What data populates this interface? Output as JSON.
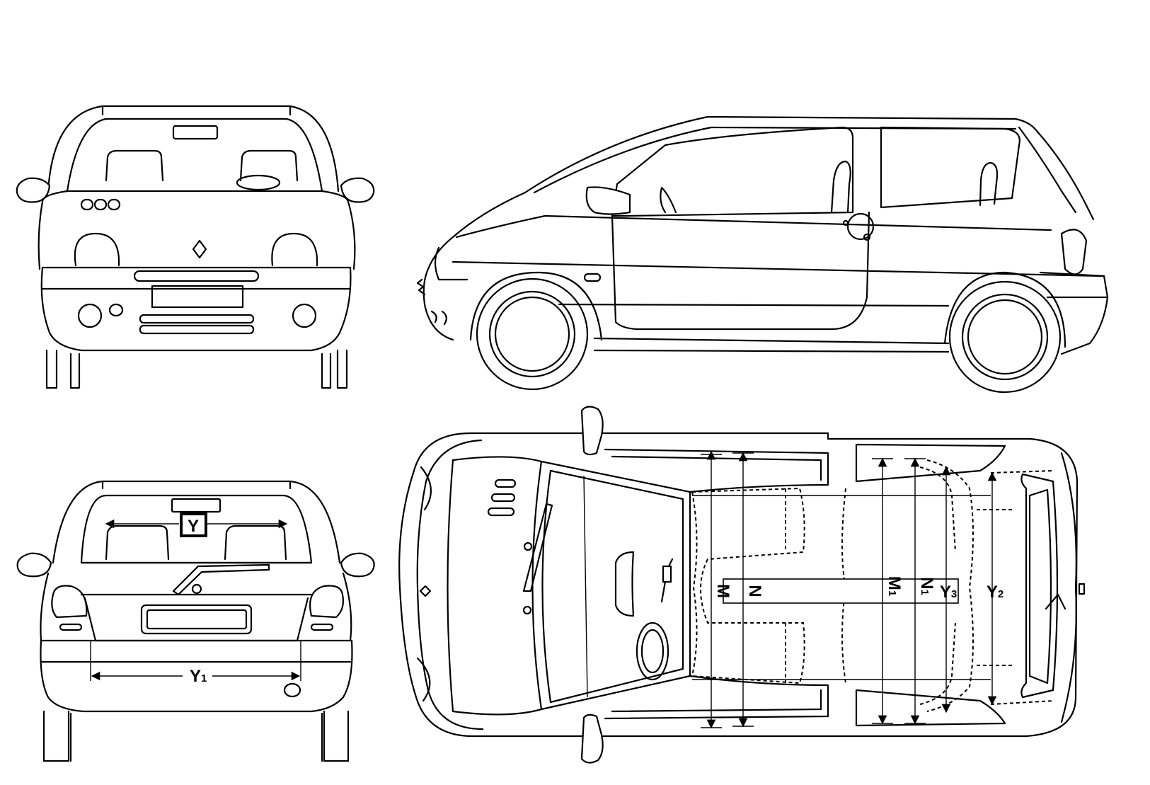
{
  "labels": {
    "y": "Y",
    "y1_main": "Y",
    "y1_sub": "1",
    "m": "M",
    "n": "N",
    "m1_main": "M",
    "m1_sub": "1",
    "n1_main": "N",
    "n1_sub": "1",
    "y3_main": "Y",
    "y3_sub": "3",
    "y2_main": "Y",
    "y2_sub": "2"
  },
  "colors": {
    "line": "#000000",
    "background": "#ffffff"
  }
}
